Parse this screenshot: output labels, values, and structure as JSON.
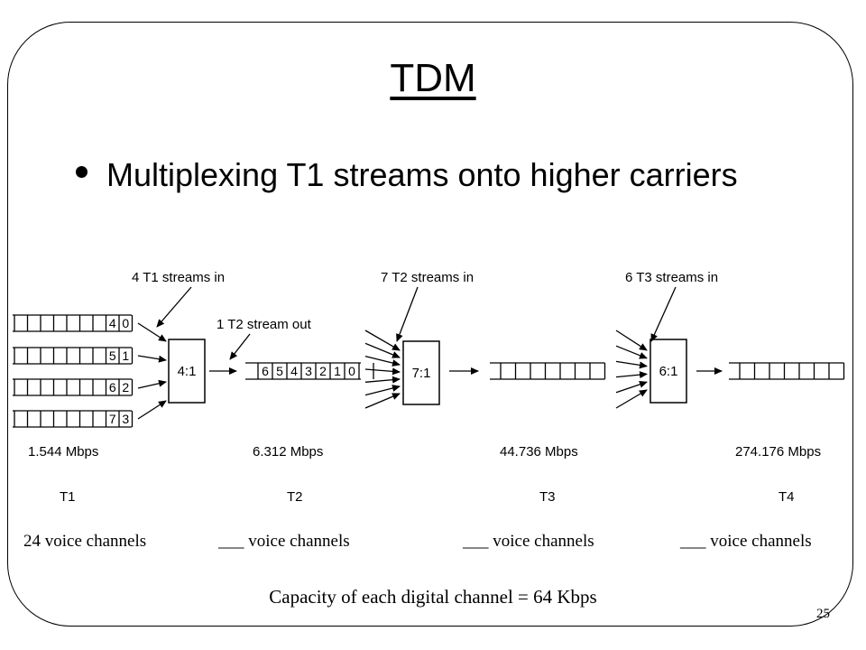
{
  "slide": {
    "title": "TDM",
    "bullet": "Multiplexing T1 streams onto higher carriers",
    "page_number": "25",
    "capacity_note": "Capacity of each digital channel = 64 Kbps"
  },
  "diagram": {
    "callouts": {
      "t1_in": "4 T1 streams in",
      "t2_out": "1 T2 stream out",
      "t2_in": "7 T2 streams in",
      "t3_in": "6 T3 streams in"
    },
    "muxes": [
      "4:1",
      "7:1",
      "6:1"
    ],
    "t1_stream_cells": [
      [
        "4",
        "0"
      ],
      [
        "5",
        "1"
      ],
      [
        "6",
        "2"
      ],
      [
        "7",
        "3"
      ]
    ],
    "t2_stream_cells": [
      "6",
      "5",
      "4",
      "3",
      "2",
      "1",
      "0"
    ],
    "rates": [
      "1.544 Mbps",
      "6.312 Mbps",
      "44.736 Mbps",
      "274.176 Mbps"
    ],
    "carriers": [
      "T1",
      "T2",
      "T3",
      "T4"
    ],
    "voice_channels": [
      "24 voice channels",
      "___ voice channels",
      "___ voice channels",
      "___ voice channels"
    ]
  }
}
